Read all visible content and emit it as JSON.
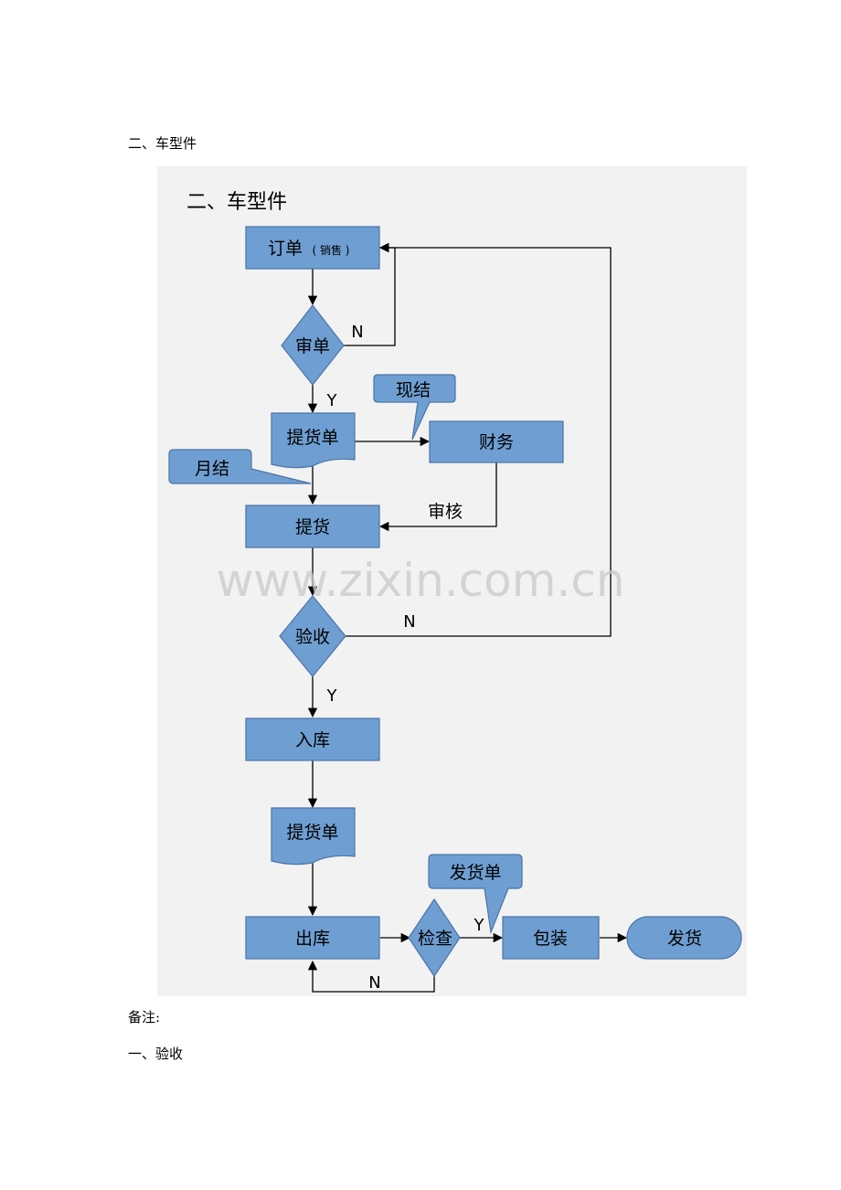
{
  "doc": {
    "heading": "二、车型件",
    "remark": "备注:",
    "sub_heading": "一、验收"
  },
  "flowchart": {
    "title": "二、车型件",
    "nodes": {
      "order": "订单",
      "order_sub": "( 销售 )",
      "review": "审单",
      "pick_slip": "提货单",
      "cash_settle": "现结",
      "finance": "财务",
      "monthly_settle": "月结",
      "audit": "审核",
      "pickup": "提货",
      "inspect": "验收",
      "stock_in": "入库",
      "pick_slip_2": "提货单",
      "stock_out": "出库",
      "check": "检查",
      "ship_slip": "发货单",
      "pack": "包装",
      "ship": "发货"
    },
    "edge_labels": {
      "review_no": "N",
      "review_yes": "Y",
      "inspect_no": "N",
      "inspect_yes": "Y",
      "check_yes": "Y",
      "check_no": "N"
    },
    "colors": {
      "fill": "#6f9fd2",
      "stroke": "#4a74a8",
      "panel": "#f2f2f2",
      "line": "#000000"
    }
  },
  "watermark": "www.zixin.com.cn"
}
